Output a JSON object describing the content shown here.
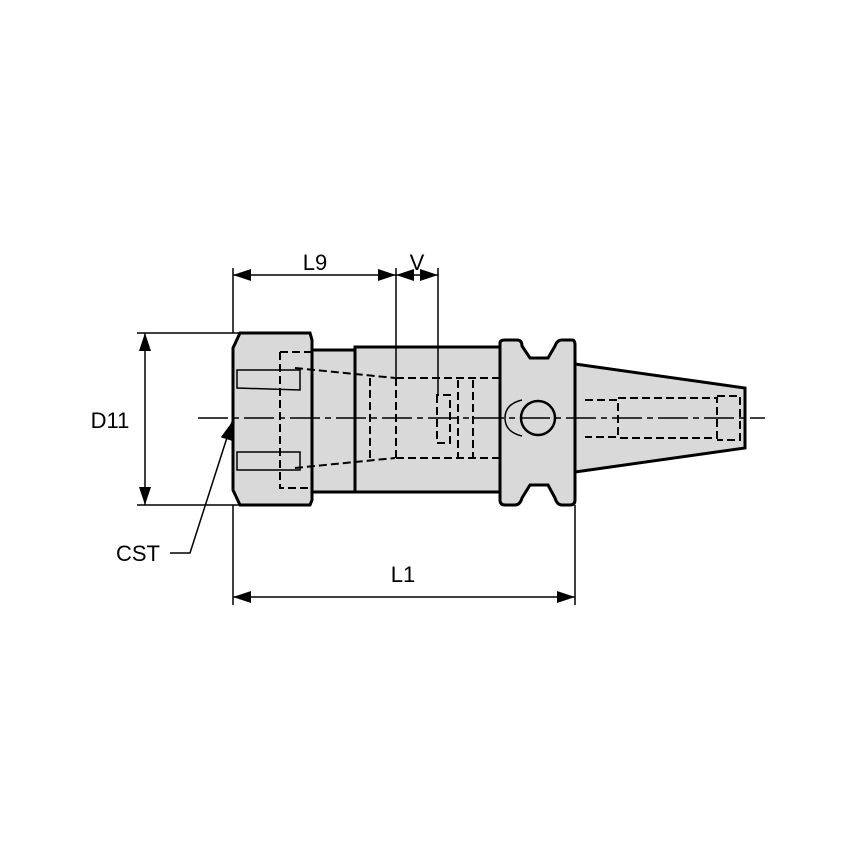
{
  "diagram": {
    "labels": {
      "l9": "L9",
      "v": "V",
      "d11": "D11",
      "cst": "CST",
      "l1": "L1"
    },
    "colors": {
      "body_fill": "#d9d9d9",
      "line": "#000000"
    }
  }
}
